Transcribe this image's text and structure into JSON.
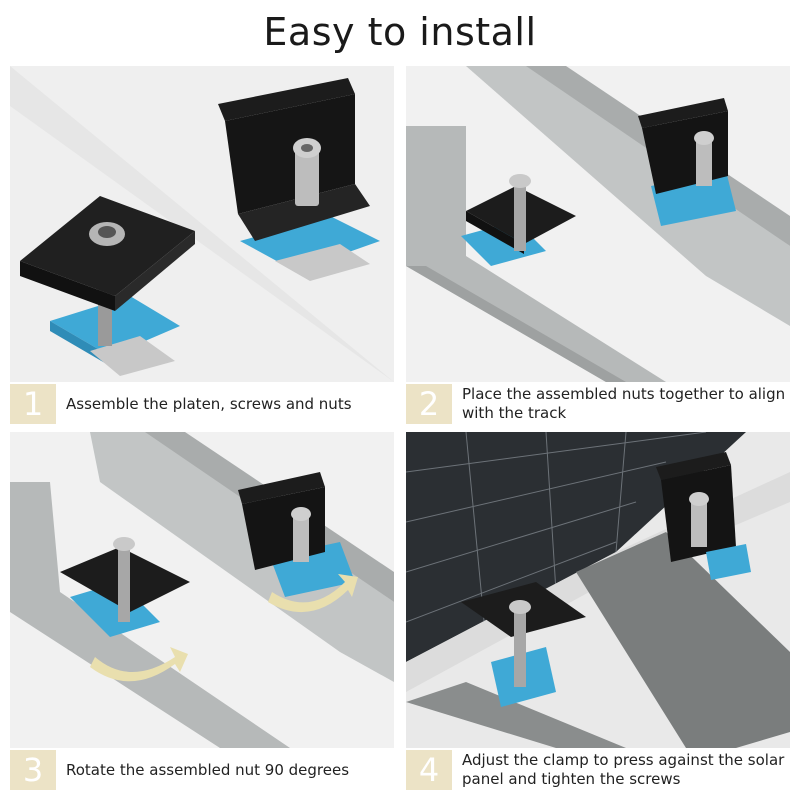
{
  "title": "Easy to install",
  "steps": [
    {
      "number": "1",
      "text": "Assemble the platen, screws and nuts"
    },
    {
      "number": "2",
      "text": "Place the assembled nuts together to align with the track"
    },
    {
      "number": "3",
      "text": "Rotate the assembled nut 90 degrees"
    },
    {
      "number": "4",
      "text": "Adjust the clamp to press against the solar panel and tighten the screws"
    }
  ],
  "colors": {
    "number_badge": "#ece3c6",
    "clamp": "#1c1c1c",
    "nut_block": "#3fa9d6",
    "rail": "#b9bcbc",
    "arrow": "#e9dfae"
  },
  "icons": [
    "mid-clamp",
    "end-clamp",
    "hex-bolt",
    "spring-nut",
    "strut-rail",
    "rotation-arrow",
    "solar-panel"
  ]
}
